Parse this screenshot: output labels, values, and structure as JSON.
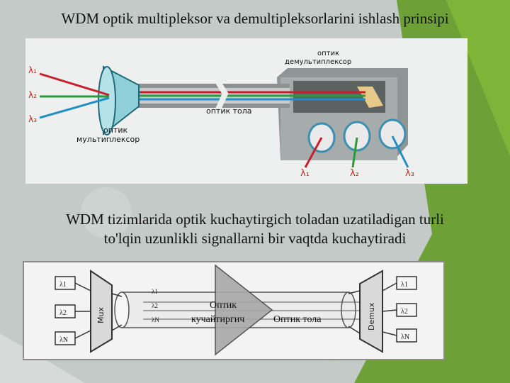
{
  "slide": {
    "title": "WDM optik multipleksor va demultipleksorlarini ishlash prinsipi",
    "caption_line1": "WDM tizimlarida optik kuchaytirgich toladan uzatiladigan turli",
    "caption_line2": "to'lqin uzunlikli signallarni bir vaqtda kuchaytiradi"
  },
  "colors": {
    "background": "#c2c9c6",
    "green_accent": "#5e9a1e",
    "lambda1": "#c8202a",
    "lambda2": "#2a9a3a",
    "lambda3": "#1f8fc4",
    "lambda_text": "#cc2020"
  },
  "diagram1": {
    "lambda1_label": "λ₁",
    "lambda2_label": "λ₂",
    "lambda3_label": "λ₃",
    "mux_label_line1": "оптик",
    "mux_label_line2": "мультиплексор",
    "fiber_label": "оптик тола",
    "demux_label_line1": "оптик",
    "demux_label_line2": "демультиплексор",
    "out1_label": "λ₁",
    "out2_label": "λ₂",
    "out3_label": "λ₃"
  },
  "diagram2": {
    "in1": "λ1",
    "in2": "λ2",
    "inN": "λN",
    "mux": "Mux",
    "demux": "Demux",
    "fiber_l1": "λ1",
    "fiber_l2": "λ2",
    "fiber_lN": "λN",
    "amp_line1": "Оптик",
    "amp_line2": "кучайтиргич",
    "fiber_label": "Оптик  тола",
    "out1": "λ1",
    "out2": "λ2",
    "outN": "λN"
  }
}
